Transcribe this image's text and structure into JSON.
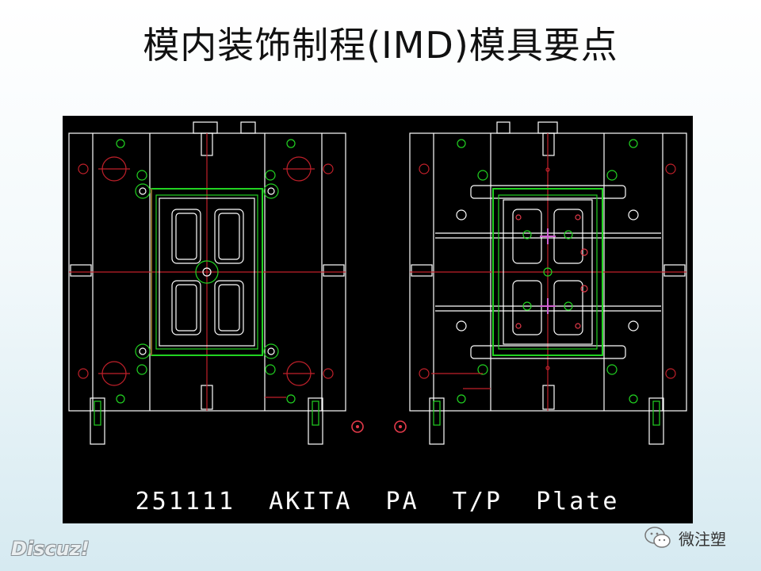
{
  "slide": {
    "title": "模内装饰制程(IMD)模具要点"
  },
  "drawing": {
    "caption": "251111  AKITA  PA  T/P  Plate",
    "colors": {
      "background": "#000000",
      "outline": "#ffffff",
      "frame": "#21d321",
      "centerline": "#c0202a",
      "mark": "#e33a4a",
      "pin": "#d060d0"
    },
    "views": [
      {
        "name": "mold-view-left"
      },
      {
        "name": "mold-view-right"
      }
    ]
  },
  "watermarks": {
    "left": "Discuz!",
    "right": "微注塑",
    "right_icon": "wechat-icon"
  }
}
